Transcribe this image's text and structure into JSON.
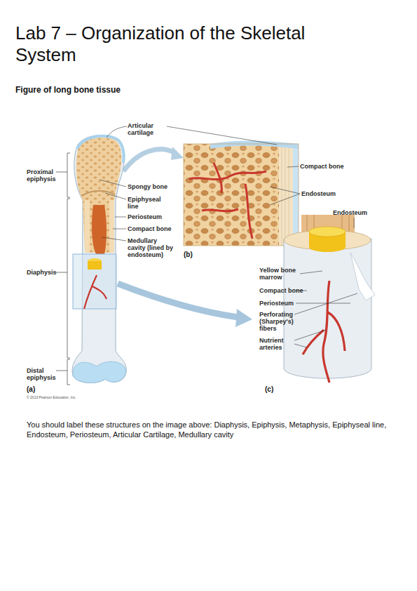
{
  "diagram": {
    "title": "Lab 7 – Organization of the Skeletal System",
    "labels": [
      "Figure of long bone tissue",
      "Articular cartilage",
      "Proximal epiphysis",
      "Spongy bone",
      "Epiphyseal line",
      "Periosteum",
      "Compact bone",
      "Medullary cavity (lined by endosteum)",
      "(b)",
      "Diaphysis",
      "Distal epiphysis",
      "(a)",
      "© 2013 Pearson Education, Inc.",
      "Compact bone",
      "Endosteum",
      "Endosteum",
      "Yellow bone marrow",
      "Compact bone",
      "Periosteum",
      "Perforating (Sharpey's) fibers",
      "Nutrient arteries",
      "(c)",
      "You should label these structures on the image above:  Diaphysis, Epiphysis, Metaphysis, Epiphyseal line, Endosteum, Periosteum, Articular Cartilage, Medullary cavity"
    ]
  }
}
